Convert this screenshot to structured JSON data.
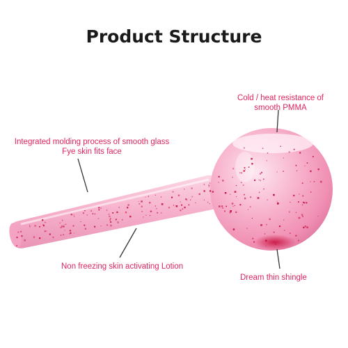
{
  "title": "Product Structure",
  "callouts": {
    "glass": {
      "line1": "Integrated molding process of smooth glass",
      "line2": "Fye skin fits face"
    },
    "pmma": {
      "line1": "Cold / heat resistance of",
      "line2": "smooth PMMA"
    },
    "lotion": "Non freezing skin activating Lotion",
    "shingle": "Dream thin shingle"
  },
  "colors": {
    "label": "#e0245e",
    "liquid": "#f7a7c4",
    "glitter": "#c8103e",
    "pointer": "#333333"
  }
}
